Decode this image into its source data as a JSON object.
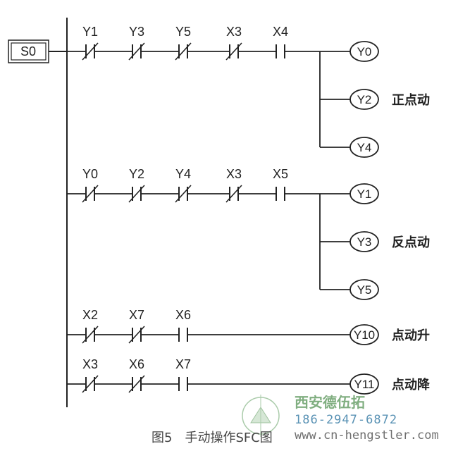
{
  "step_box": {
    "label": "S0"
  },
  "rungs": [
    {
      "contacts": [
        {
          "label": "Y1",
          "type": "nc"
        },
        {
          "label": "Y3",
          "type": "nc"
        },
        {
          "label": "Y5",
          "type": "nc"
        },
        {
          "label": "X3",
          "type": "nc"
        },
        {
          "label": "X4",
          "type": "no"
        }
      ],
      "coils": [
        "Y0",
        "Y2",
        "Y4"
      ],
      "side_label": "正点动"
    },
    {
      "contacts": [
        {
          "label": "Y0",
          "type": "nc"
        },
        {
          "label": "Y2",
          "type": "nc"
        },
        {
          "label": "Y4",
          "type": "nc"
        },
        {
          "label": "X3",
          "type": "nc"
        },
        {
          "label": "X5",
          "type": "no"
        }
      ],
      "coils": [
        "Y1",
        "Y3",
        "Y5"
      ],
      "side_label": "反点动"
    },
    {
      "contacts": [
        {
          "label": "X2",
          "type": "nc"
        },
        {
          "label": "X7",
          "type": "nc"
        },
        {
          "label": "X6",
          "type": "no"
        }
      ],
      "coils": [
        "Y10"
      ],
      "side_label": "点动升"
    },
    {
      "contacts": [
        {
          "label": "X3",
          "type": "nc"
        },
        {
          "label": "X6",
          "type": "nc"
        },
        {
          "label": "X7",
          "type": "no"
        }
      ],
      "coils": [
        "Y11"
      ],
      "side_label": "点动降"
    }
  ],
  "caption": "图5　手动操作SFC图",
  "watermark": {
    "company": "西安德伍拓",
    "phone": "186-2947-6872",
    "url": "www.cn-hengstler.com"
  },
  "colors": {
    "line": "#222222",
    "watermark_green": "#6aa06a",
    "watermark_blue": "#3d7fa8"
  }
}
